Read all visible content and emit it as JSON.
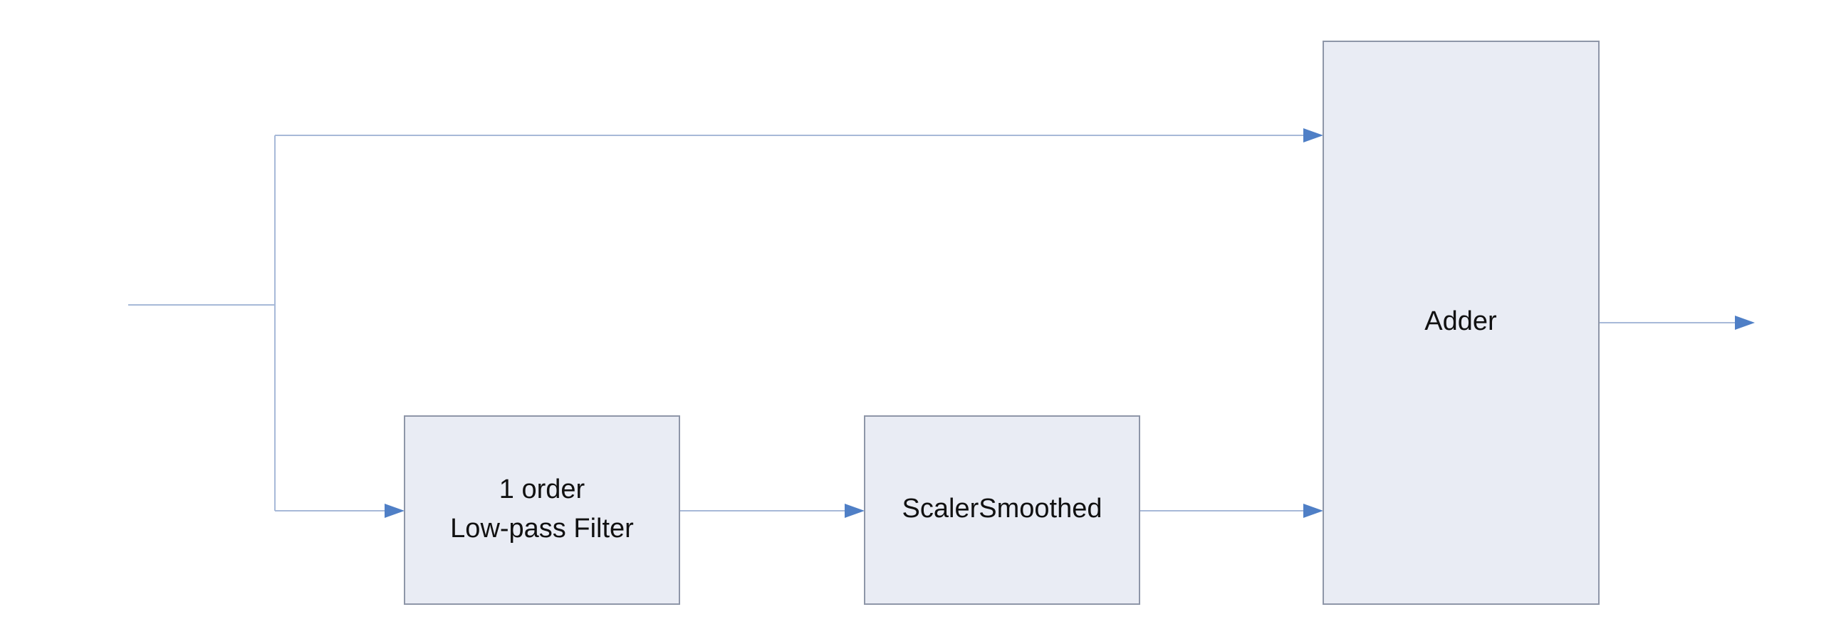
{
  "blocks": {
    "lowpass": {
      "label_line1": "1 order",
      "label_line2": "Low-pass Filter"
    },
    "scaler": {
      "label": "ScalerSmoothed"
    },
    "adder": {
      "label": "Adder"
    }
  },
  "colors": {
    "block_fill": "#e9ecf4",
    "block_stroke": "#8e96a8",
    "wire": "#a7b9d8",
    "arrow": "#4f7fc6"
  }
}
